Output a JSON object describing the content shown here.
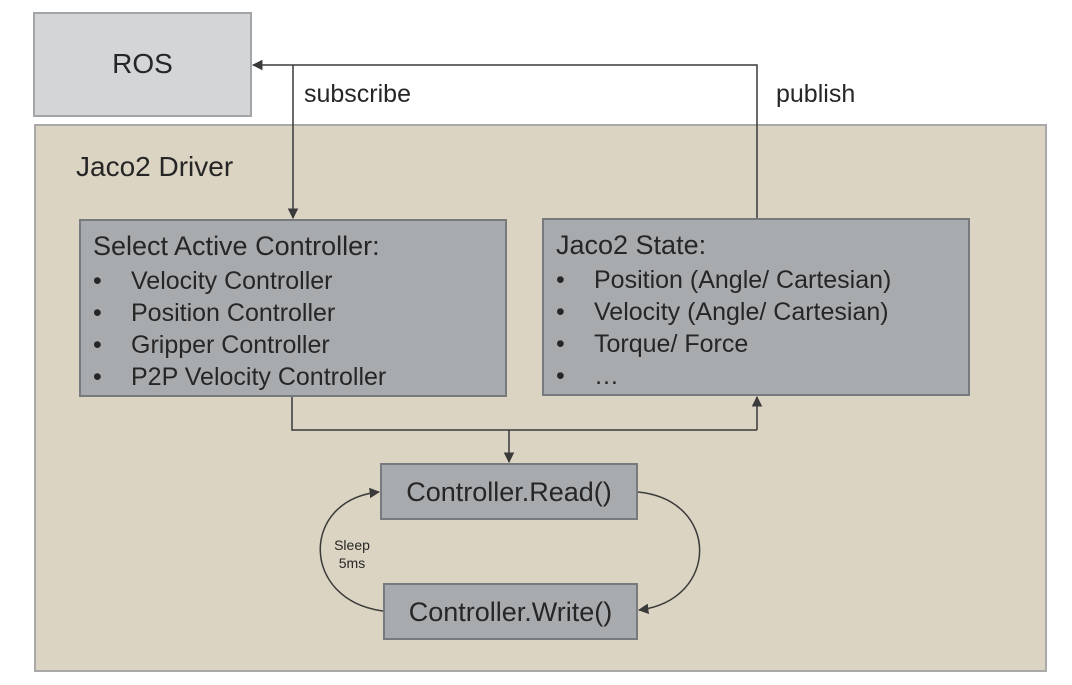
{
  "ros": {
    "label": "ROS"
  },
  "flows": {
    "subscribe": "subscribe",
    "publish": "publish"
  },
  "driver": {
    "title": "Jaco2 Driver"
  },
  "controllers": {
    "title": "Select Active Controller:",
    "items": [
      "Velocity Controller",
      "Position Controller",
      "Gripper Controller",
      "P2P Velocity Controller"
    ]
  },
  "state": {
    "title": "Jaco2 State:",
    "items": [
      "Position (Angle/ Cartesian)",
      "Velocity (Angle/ Cartesian)",
      "Torque/ Force",
      "…"
    ]
  },
  "loop": {
    "read": "Controller.Read()",
    "write": "Controller.Write()",
    "sleep_line1": "Sleep",
    "sleep_line2": "5ms"
  },
  "bullet_glyph": "•",
  "colors": {
    "ros_fill": "#d3d5d7",
    "driver_fill": "#dbd4c2",
    "box_fill": "#a8abae",
    "line": "#3a3a3a"
  }
}
